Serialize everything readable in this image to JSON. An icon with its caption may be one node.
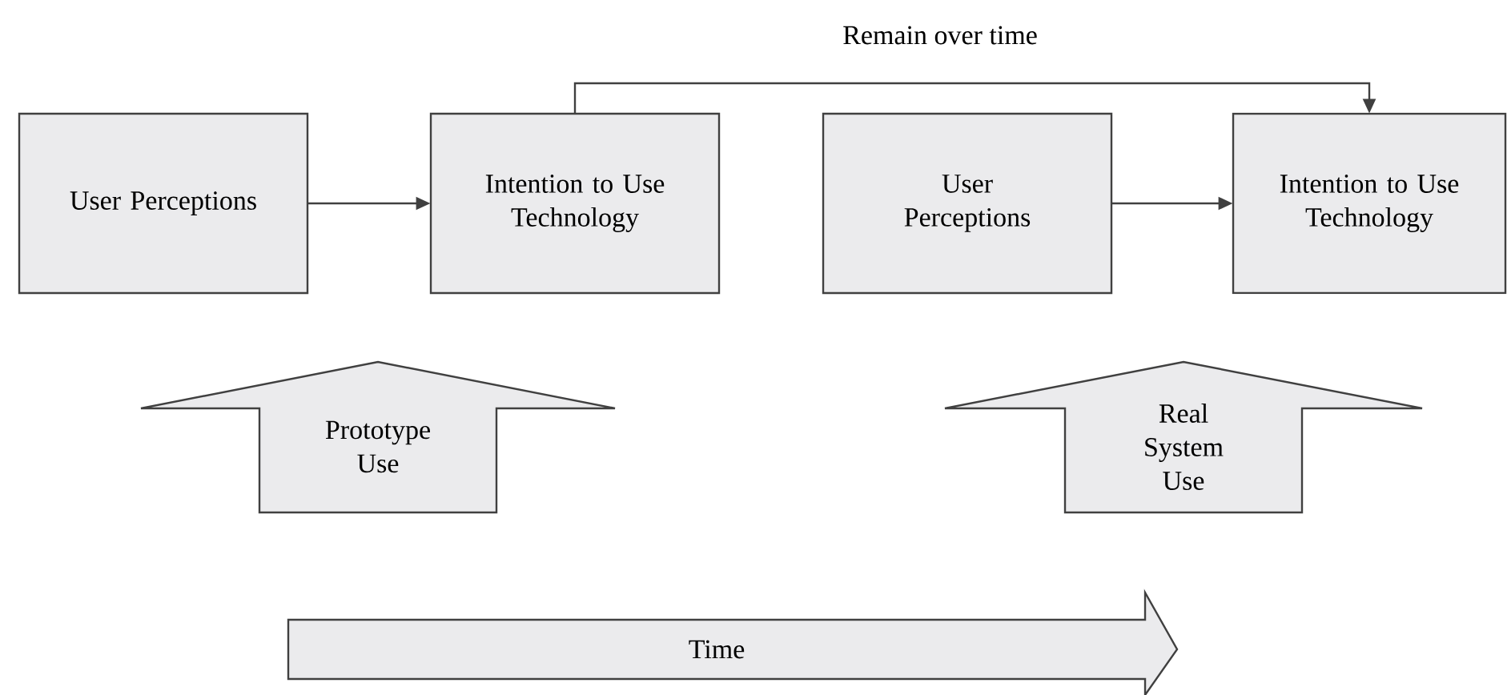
{
  "diagram": {
    "nodes": [
      {
        "text": [
          "User Perceptions"
        ]
      },
      {
        "text": [
          "Intention to Use Technology"
        ]
      },
      {
        "text": [
          "User Perceptions"
        ]
      },
      {
        "text": [
          "Intention to Use Technology"
        ]
      },
      {
        "text": [
          "Prototype Use"
        ]
      },
      {
        "text": [
          "Real System Use"
        ]
      },
      {
        "text": [
          "Time"
        ]
      }
    ],
    "edges": [
      {
        "from": 0,
        "to": 1,
        "arrow": "to"
      },
      {
        "from": 1,
        "to": 3,
        "arrow": "to",
        "label": "Remain over time"
      },
      {
        "from": 2,
        "to": 3,
        "arrow": "to"
      }
    ]
  }
}
